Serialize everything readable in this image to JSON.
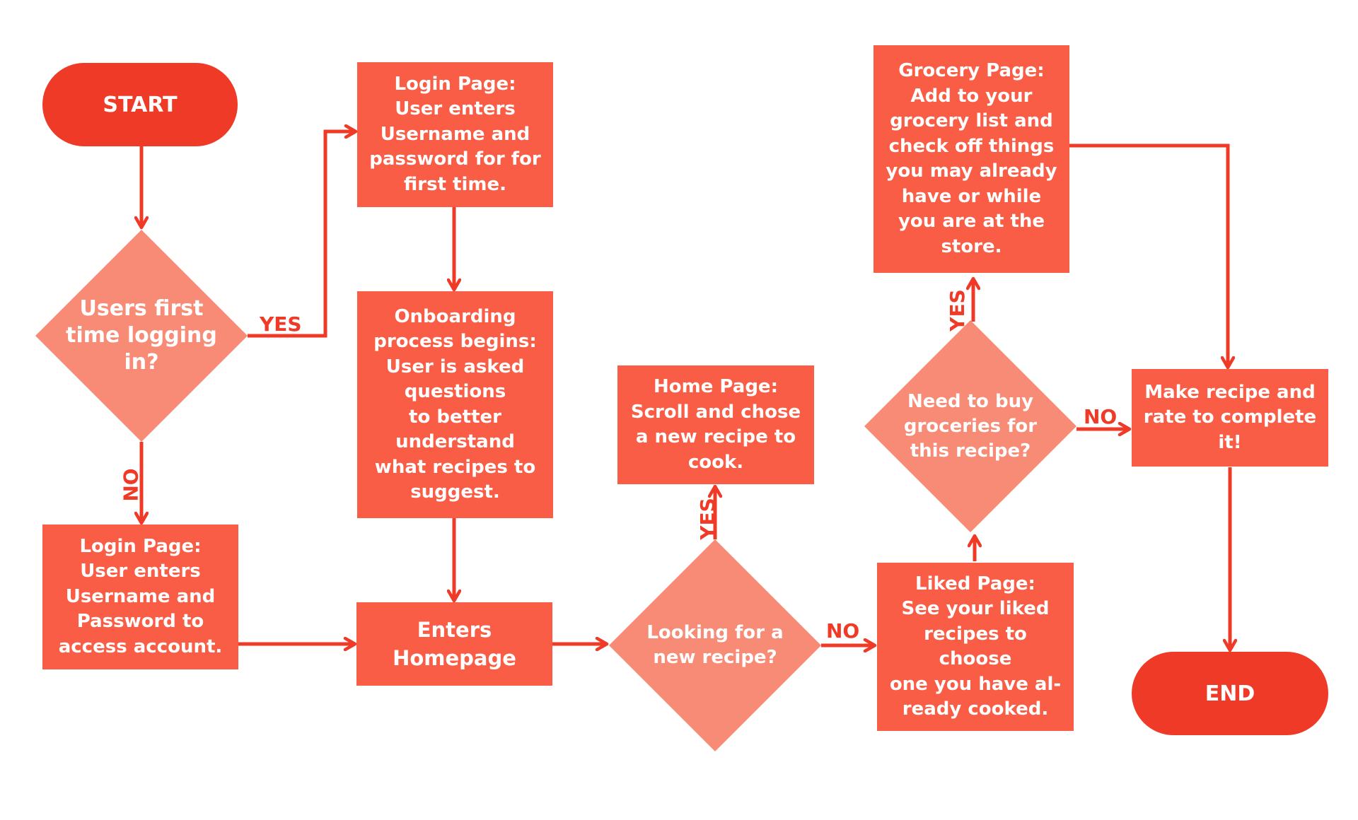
{
  "colors": {
    "terminal": "#ee3a27",
    "process": "#f95d45",
    "decision": "#f78b76",
    "connector": "#ee3a27"
  },
  "nodes": {
    "start": "START",
    "first_time": "Users first\ntime logging\nin?",
    "login_first": "Login Page:\nUser enters\nUsername and\npassword for for\nfirst time.",
    "onboarding": "Onboarding\nprocess begins:\nUser is asked\nquestions\nto better\nunderstand\nwhat recipes to\nsuggest.",
    "login_return": "Login Page:\nUser enters\nUsername and\nPassword to\naccess account.",
    "homepage_enter": "Enters\nHomepage",
    "new_recipe": "Looking for a\nnew recipe?",
    "home_page": "Home Page:\nScroll and chose\na new recipe to\ncook.",
    "liked_page": "Liked Page:\nSee your liked\nrecipes to choose\none you have al-\nready cooked.",
    "need_groceries": "Need to buy\ngroceries for\nthis recipe?",
    "grocery_page": "Grocery Page:\nAdd to your\ngrocery list and\ncheck off things\nyou may already\nhave or while\nyou are at the\nstore.",
    "make_recipe": "Make recipe and\nrate to complete\nit!",
    "end": "END"
  },
  "labels": {
    "yes_first": "YES",
    "no_first": "NO",
    "yes_new": "YES",
    "no_new": "NO",
    "yes_grocery": "YES",
    "no_grocery": "NO"
  }
}
